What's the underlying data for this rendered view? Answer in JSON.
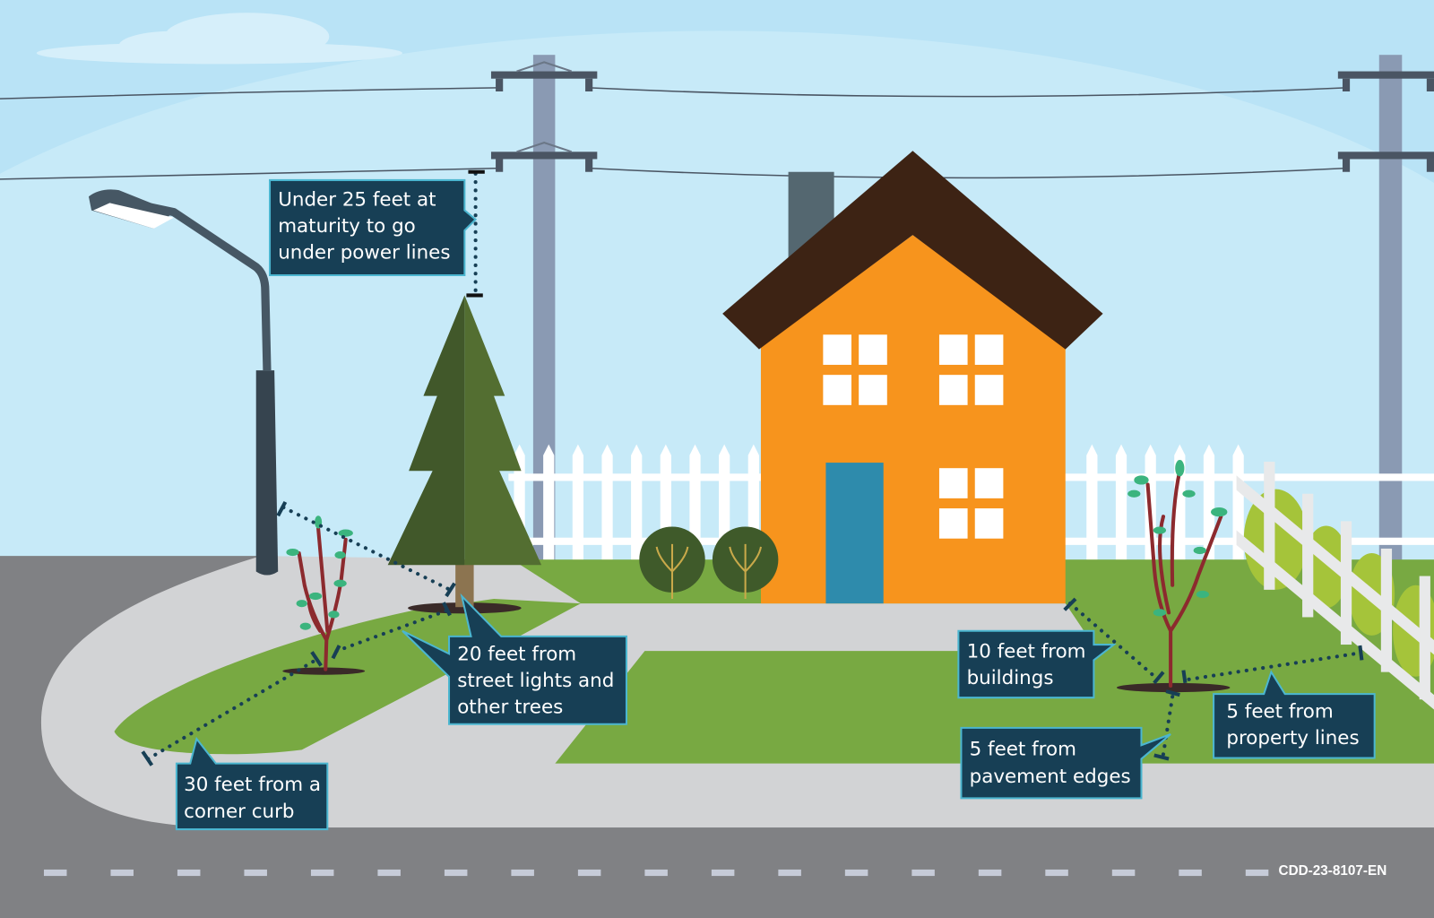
{
  "callouts": [
    {
      "id": "power-lines",
      "lines": [
        "Under 25 feet at",
        "maturity to go",
        "under power lines"
      ]
    },
    {
      "id": "street-lights",
      "lines": [
        "20 feet from",
        "street lights and",
        "other trees"
      ]
    },
    {
      "id": "corner-curb",
      "lines": [
        "30 feet from a",
        "corner curb"
      ]
    },
    {
      "id": "buildings",
      "lines": [
        "10 feet from",
        "buildings"
      ]
    },
    {
      "id": "pavement-edges",
      "lines": [
        "5 feet from",
        "pavement edges"
      ]
    },
    {
      "id": "property-lines",
      "lines": [
        "5 feet from",
        "property lines"
      ]
    }
  ],
  "document_code": "CDD-23-8107-EN",
  "colors": {
    "sky": "#c5e8f7",
    "grass": "#78a942",
    "sidewalk": "#d2d3d5",
    "road": "#808184",
    "house": "#f7941d",
    "roof": "#3d2314",
    "door": "#2e8bac",
    "callout_fill": "#173f55",
    "callout_border": "#4bb6d0"
  }
}
